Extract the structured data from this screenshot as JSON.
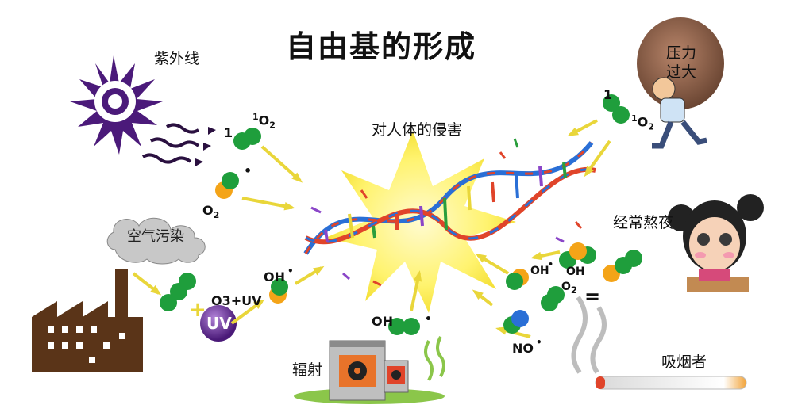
{
  "title": "自由基的形成",
  "center_label": "对人体的侵害",
  "sources": {
    "uv": "紫外线",
    "air_pollution": "空气污染",
    "radiation": "辐射",
    "stress_line1": "压力",
    "stress_line2": "过大",
    "late_night": "经常熬夜",
    "smoker": "吸烟者"
  },
  "species": {
    "singlet_left_num": "1",
    "singlet_o2_num": "1",
    "o": "O",
    "two": "2",
    "o2": "O",
    "ozone_uv": "O3+UV",
    "uv_badge": "UV",
    "oh": "OH",
    "no": "NO",
    "o2_superoxide": "O",
    "dot": "•",
    "plus": "+",
    "equals": "="
  },
  "colors": {
    "molecule_green": "#1f9e3c",
    "molecule_orange": "#f4a418",
    "molecule_blue": "#2a6fd6",
    "arrow_yellow": "#e9d63a",
    "sun_purple": "#4b1a7a",
    "factory_brown": "#5a3418",
    "dna_blue": "#2a6fd6",
    "dna_red": "#e0442a"
  }
}
